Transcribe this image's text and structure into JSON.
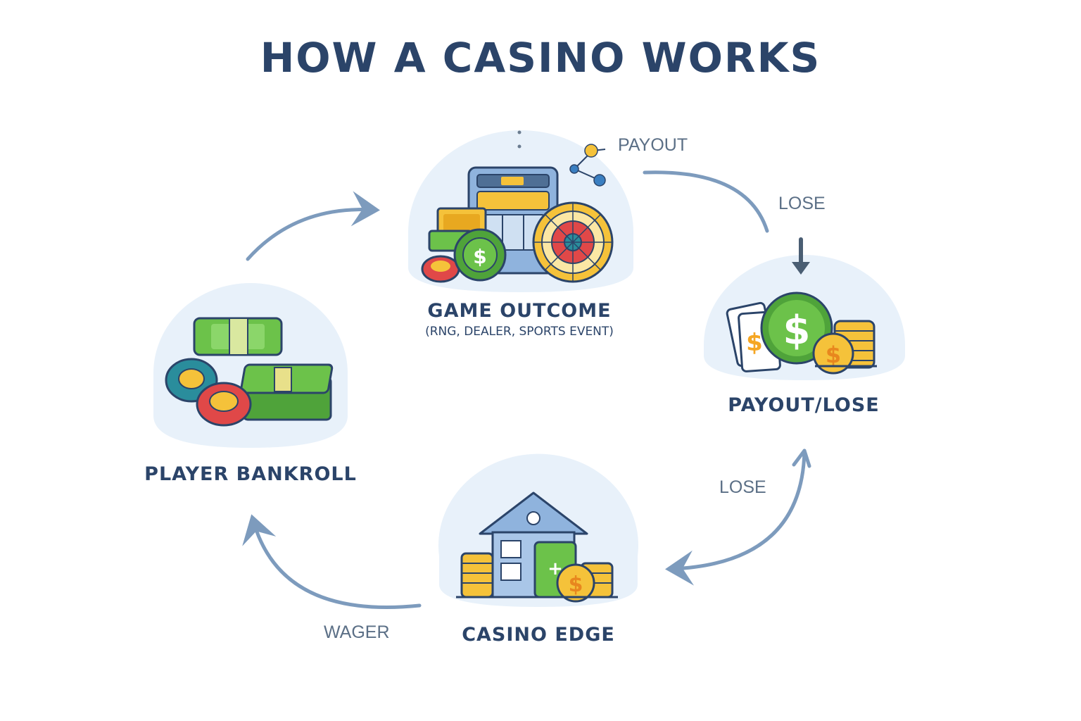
{
  "title": "HOW A CASINO WORKS",
  "nodes": {
    "game_outcome": {
      "label": "GAME OUTCOME",
      "sublabel": "(RNG, DEALER, SPORTS EVENT)"
    },
    "payout_lose": {
      "label": "PAYOUT/LOSE",
      "coin_symbol": "$"
    },
    "casino_edge": {
      "label": "CASINO EDGE",
      "coin_symbol": "$"
    },
    "player_bankroll": {
      "label": "PLAYER BANKROLL"
    }
  },
  "edges": {
    "payout": "PAYOUT",
    "lose_top": "LOSE",
    "lose_bottom": "LOSE",
    "wager": "WAGER"
  },
  "colors": {
    "title": "#2b4469",
    "bubble": "#e8f1fa",
    "arrow": "#7d9bbd",
    "money_green": "#6cc24a",
    "gold": "#f5c23a",
    "chip_red": "#e04848",
    "chip_teal": "#2a8d9c"
  }
}
